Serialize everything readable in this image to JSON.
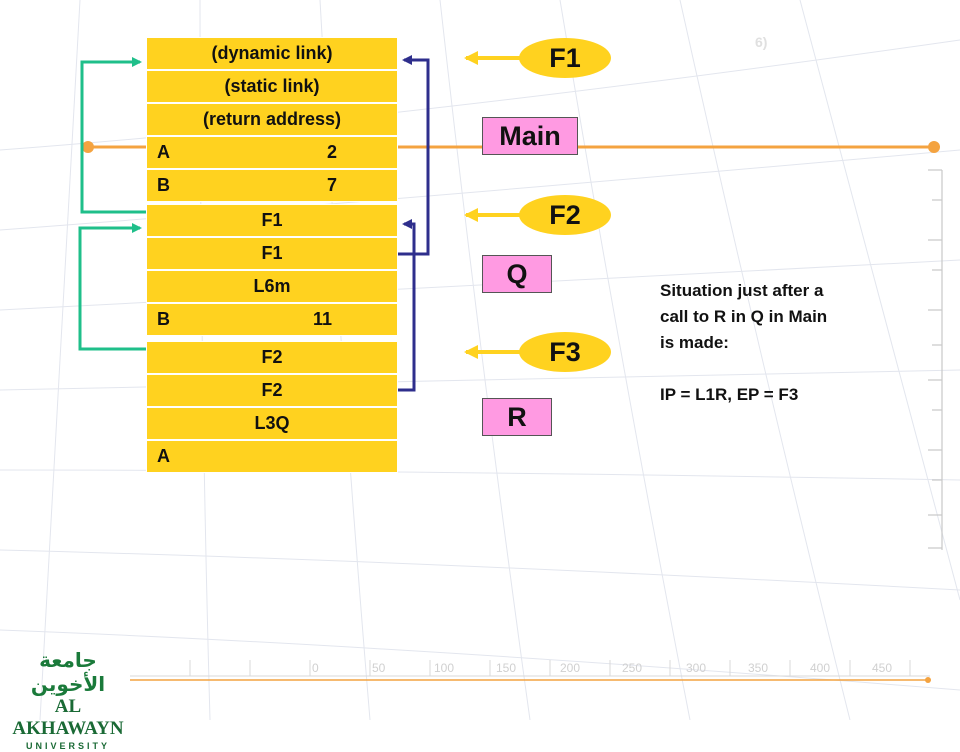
{
  "colors": {
    "cell": "#ffd21f",
    "proc_box": "#ff9ae2",
    "timeline": "#f4a340",
    "dynamic_link_arrow": "#1fbf8a",
    "static_link_arrow": "#2e2e8c",
    "ep_arrow": "#ffd21f"
  },
  "frame1": {
    "dynamic_link": "(dynamic link)",
    "static_link": "(static link)",
    "return_address": "(return address)",
    "var_a": {
      "name": "A",
      "value": "2"
    },
    "var_b": {
      "name": "B",
      "value": "7"
    }
  },
  "frame2": {
    "dynamic_link": "F1",
    "static_link": "F1",
    "return_address": "L6m",
    "var_b": {
      "name": "B",
      "value": "11"
    }
  },
  "frame3": {
    "dynamic_link": "F2",
    "static_link": "F2",
    "return_address": "L3Q",
    "var_a": {
      "name": "A",
      "value": ""
    }
  },
  "frame_labels": {
    "f1": "F1",
    "f2": "F2",
    "f3": "F3"
  },
  "procedures": {
    "main": "Main",
    "q": "Q",
    "r": "R"
  },
  "note": {
    "line1": "Situation just after a",
    "line2": "call  to R in Q in Main",
    "line3": "is made:",
    "line4": "IP = L1R, EP = F3"
  },
  "corner_mark": "6)",
  "ruler_labels": [
    "0",
    "50",
    "100",
    "150",
    "200",
    "250",
    "300",
    "350",
    "400",
    "450"
  ],
  "logo": {
    "line1": "جامعة الأخوين",
    "line2": "AL AKHAWAYN",
    "line3": "UNIVERSITY"
  }
}
